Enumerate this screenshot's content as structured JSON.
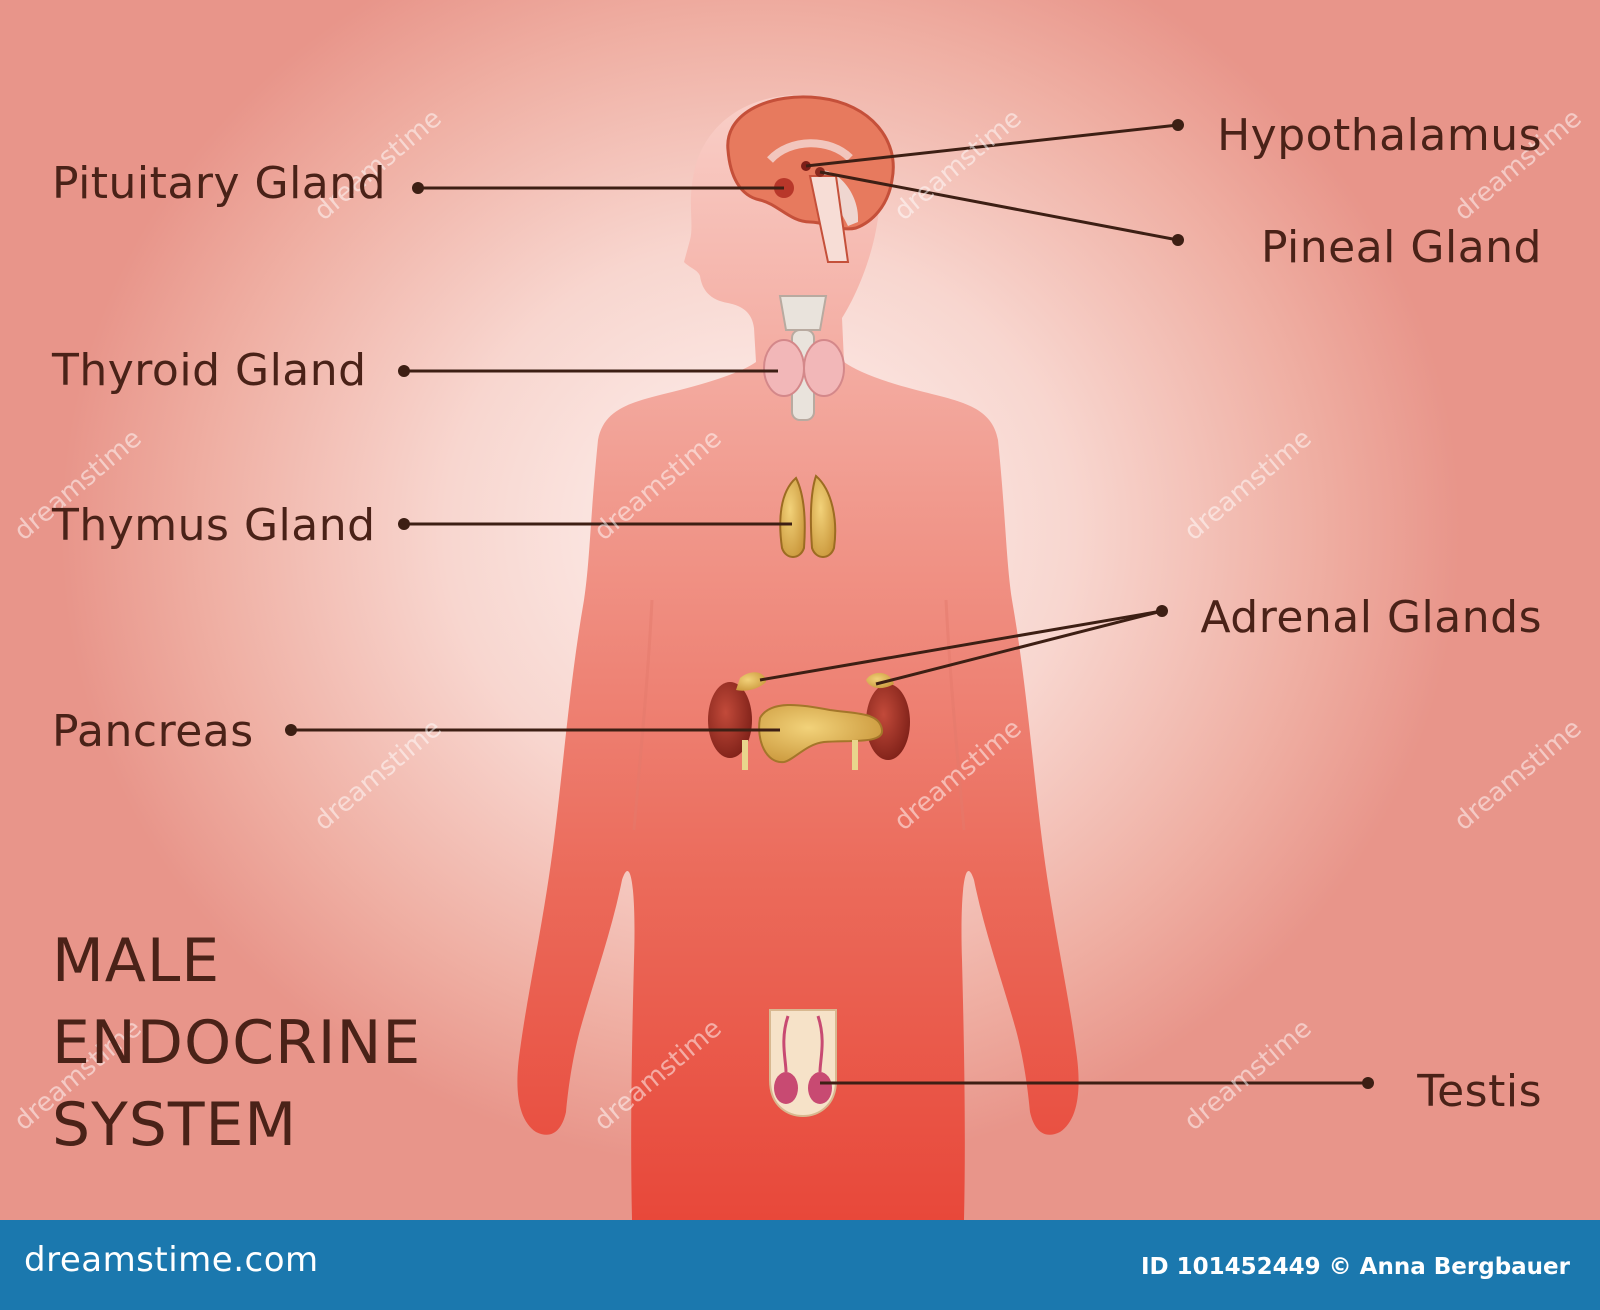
{
  "title": {
    "line1": "MALE",
    "line2": "ENDOCRINE",
    "line3": "SYSTEM"
  },
  "labels": {
    "pituitary": "Pituitary Gland",
    "hypothalamus": "Hypothalamus",
    "pineal": "Pineal Gland",
    "thyroid": "Thyroid Gland",
    "thymus": "Thymus Gland",
    "adrenal": "Adrenal Glands",
    "pancreas": "Pancreas",
    "testis": "Testis"
  },
  "watermark": {
    "text": "dreamstime"
  },
  "footer": {
    "logo": "dreamstime.com",
    "id_credit": "ID 101452449 © Anna Bergbauer"
  },
  "colors": {
    "body_top": "#f7c0b8",
    "body_bottom": "#e8483a",
    "text": "#4a2218",
    "leader": "#3d1f14",
    "footer": "#1b78ae"
  }
}
